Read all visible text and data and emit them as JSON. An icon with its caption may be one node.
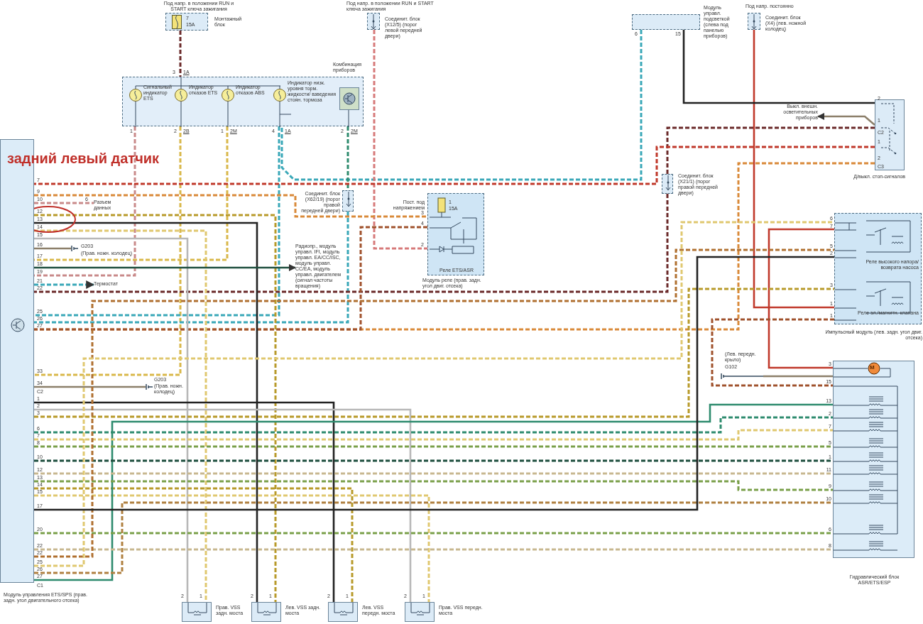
{
  "diagram": {
    "nodes": [
      {
        "text": [
          "Под напр. в положении RUN и START ключа зажигания",
          "7",
          "15A",
          "Монтажный блок"
        ]
      },
      {
        "text": [
          "Под напр. в положении RUN и START ключа зажигания"
        ],
        "beside": [
          "Соединит. блок (X12/5) (порог левой передней двери)"
        ]
      },
      {
        "text": [],
        "shape": "box",
        "beside": [
          "Модуль управл. подсветкой (слева под панелью приборов)"
        ]
      },
      {
        "text": [
          "Под напр. постоянно"
        ],
        "beside": [
          "Соединит. блок (X4) (лев. ножной колодец)"
        ]
      },
      {
        "text": [
          "Комбинация приборов"
        ]
      },
      {
        "text": [
          "Сигнальный индикатор ETS"
        ],
        "in": 4
      },
      {
        "text": [
          "Индикатор отказов ETS"
        ],
        "in": 4
      },
      {
        "text": [
          "Индикатор отказов ABS"
        ],
        "in": 4
      },
      {
        "text": [
          "Индикатор низк. уровня торм. жидкости/ взведения стоян. тормоза"
        ],
        "in": 4
      },
      {
        "text": [],
        "shape": "box",
        "in": 4
      },
      {
        "text": [
          "Д/выкл. стоп-сигналов"
        ]
      },
      {
        "text": [
          "Выкл. внешн. осветительных приборов"
        ]
      },
      {
        "text": [],
        "shape": "box",
        "beside": [
          "Соединит. блок (X21/1) (порог правой передней двери)"
        ]
      },
      {
        "text": [],
        "shape": "box",
        "beside": [
          "Соединит. блок (X62/19) (порог правой передней двери)"
        ]
      },
      {
        "text": [
          "Реле ETS/ASR"
        ],
        "beside": [
          "Модуль реле (прав. задн. угол двиг. отсека)"
        ]
      },
      {
        "text": [
          "Модуль управления ETS/SPS (прав. задн. угол двигательного отсека)"
        ]
      },
      {
        "text": [
          "Импульсный модуль (лев. задн. угол двиг. отсека)"
        ]
      },
      {
        "text": [
          "Реле высокого напора/ возврата насоса"
        ],
        "in": 16
      },
      {
        "text": [
          "Реле эл./магнитн. клапана"
        ],
        "in": 16
      },
      {
        "text": [
          "Гидравлический блок ASR/ETS/ESP"
        ]
      },
      {
        "text": [
          "Радиопр., модуль управл. IFI, модуль управл. EA/CC/ISC, модуль управл. CC/EA, модуль управл. двигателем (сигнал частоты вращения)"
        ]
      },
      {
        "text": [
          "Термостат"
        ]
      },
      {
        "text": [
          "Разъем данных"
        ]
      },
      {
        "text": [
          "G203",
          "(Прав. ножн. колодец)"
        ]
      },
      {
        "text": [
          "G203",
          "(Прав. ножн. колодец)"
        ]
      },
      {
        "text": [
          "(Лев. передн. крыло)",
          "G102"
        ]
      },
      {
        "text": [
          "Прав. VSS задн. моста"
        ]
      },
      {
        "text": [
          "Лев. VSS задн. моста"
        ]
      },
      {
        "text": [
          "Лев. VSS передн. моста"
        ]
      },
      {
        "text": [
          "Прав. VSS передн. моста"
        ]
      }
    ],
    "edges": [
      {
        "from": 0,
        "to": 4,
        "arrow": "none",
        "style": "dashed",
        "color": "#6b2a2a"
      },
      {
        "from": 4,
        "to": 15,
        "arrow": "none",
        "style": "dashed",
        "color": "#c98a8a"
      },
      {
        "from": 4,
        "to": 15,
        "arrow": "none",
        "style": "dashed",
        "color": "#d9b84a"
      },
      {
        "from": 4,
        "to": 15,
        "arrow": "none",
        "style": "dashed",
        "color": "#d9b84a"
      },
      {
        "from": 4,
        "to": 15,
        "arrow": "none",
        "style": "dashed",
        "color": "#3aa8b8"
      },
      {
        "from": 2,
        "to": 4,
        "arrow": "none",
        "style": "dashed",
        "color": "#3aa8b8"
      },
      {
        "from": 4,
        "to": 13,
        "arrow": "none",
        "style": "dashed",
        "color": "#2e8b6e"
      },
      {
        "from": 13,
        "to": 15,
        "arrow": "none",
        "style": "dashed",
        "color": "#3aa8b8"
      },
      {
        "from": 1,
        "to": 14,
        "arrow": "none",
        "style": "dashed",
        "color": "#d77a7a"
      },
      {
        "from": 3,
        "to": 16,
        "arrow": "none",
        "color": "#c0392b"
      },
      {
        "from": 16,
        "to": 19,
        "arrow": "none",
        "color": "#c0392b"
      },
      {
        "from": 2,
        "to": 10,
        "arrow": "none",
        "color": "#222222"
      },
      {
        "from": 10,
        "to": 11,
        "arrow": "to",
        "color": "#8c7f6a"
      },
      {
        "from": 10,
        "to": 12,
        "arrow": "none",
        "style": "dashed",
        "color": "#6b2a2a"
      },
      {
        "from": 12,
        "to": 15,
        "arrow": "none",
        "style": "dashed",
        "color": "#6b2a2a"
      },
      {
        "from": 10,
        "to": 15,
        "arrow": "none",
        "style": "dashed",
        "color": "#c0392b"
      },
      {
        "from": 10,
        "to": 15,
        "arrow": "none",
        "style": "dashed",
        "color": "#d98a3a"
      },
      {
        "from": 14,
        "to": 15,
        "arrow": "none",
        "style": "dashed",
        "color": "#a0522d"
      },
      {
        "from": 15,
        "to": 14,
        "arrow": "none",
        "style": "dashed",
        "color": "#d98a3a"
      },
      {
        "from": 15,
        "to": 22,
        "arrow": "none",
        "style": "dashed",
        "color": "#c98a8a"
      },
      {
        "from": 15,
        "to": 27,
        "arrow": "none",
        "style": "dashed",
        "color": "#b89a2a"
      },
      {
        "from": 15,
        "to": 27,
        "arrow": "none",
        "color": "#222222"
      },
      {
        "from": 15,
        "to": 26,
        "arrow": "none",
        "style": "dashed",
        "color": "#e0c870"
      },
      {
        "from": 15,
        "to": 26,
        "arrow": "none",
        "color": "#b8b8b8"
      },
      {
        "from": 15,
        "to": 23,
        "arrow": "none",
        "color": "#8c7f6a"
      },
      {
        "from": 15,
        "to": 20,
        "arrow": "to",
        "color": "#1f4f3f"
      },
      {
        "from": 15,
        "to": 21,
        "arrow": "to",
        "style": "dashed",
        "color": "#3aa8b8"
      },
      {
        "from": 15,
        "to": 24,
        "arrow": "none",
        "color": "#8c7f6a"
      },
      {
        "from": 15,
        "to": 28,
        "arrow": "none",
        "color": "#222222"
      },
      {
        "from": 15,
        "to": 29,
        "arrow": "none",
        "color": "#b8b8b8"
      },
      {
        "from": 15,
        "to": 28,
        "arrow": "none",
        "style": "dashed",
        "color": "#b89a2a"
      },
      {
        "from": 15,
        "to": 29,
        "arrow": "none",
        "style": "dashed",
        "color": "#e0c870"
      },
      {
        "from": 15,
        "to": 16,
        "arrow": "none",
        "style": "dashed",
        "color": "#b89a2a"
      },
      {
        "from": 15,
        "to": 19,
        "arrow": "none",
        "style": "dashed",
        "color": "#2e8b6e"
      },
      {
        "from": 15,
        "to": 19,
        "arrow": "none",
        "color": "#2e8b6e"
      },
      {
        "from": 15,
        "to": 19,
        "arrow": "none",
        "style": "dashed",
        "color": "#e0c870"
      },
      {
        "from": 15,
        "to": 19,
        "arrow": "none",
        "style": "dashed",
        "color": "#7aa04a"
      },
      {
        "from": 15,
        "to": 19,
        "arrow": "none",
        "style": "dashed",
        "color": "#1f4f3f"
      },
      {
        "from": 15,
        "to": 19,
        "arrow": "none",
        "style": "dashed",
        "color": "#c8b890"
      },
      {
        "from": 15,
        "to": 19,
        "arrow": "none",
        "style": "dashed",
        "color": "#7aa04a"
      },
      {
        "from": 15,
        "to": 19,
        "arrow": "none",
        "style": "dashed",
        "color": "#b08040"
      },
      {
        "from": 15,
        "to": 19,
        "arrow": "none",
        "style": "dashed",
        "color": "#7aa04a"
      },
      {
        "from": 15,
        "to": 19,
        "arrow": "none",
        "style": "dashed",
        "color": "#c8b890"
      },
      {
        "from": 16,
        "to": 19,
        "arrow": "none",
        "style": "dashed",
        "color": "#a0522d"
      },
      {
        "from": 15,
        "to": 16,
        "arrow": "none",
        "style": "dashed",
        "color": "#b07030"
      },
      {
        "from": 15,
        "to": 16,
        "arrow": "none",
        "style": "dashed",
        "color": "#e0c870"
      },
      {
        "from": 16,
        "to": 15,
        "arrow": "none",
        "color": "#222222"
      },
      {
        "from": 25,
        "to": 19,
        "arrow": "none",
        "color": "#8c7f6a"
      }
    ],
    "labels": [
      "задний левый датчик",
      "3",
      "1A",
      "1",
      "2",
      "2B",
      "1",
      "2M",
      "4",
      "1A",
      "2",
      "2M",
      "6",
      "15",
      "2",
      "1",
      "C2",
      "1",
      "2",
      "C3",
      "Пост. под напряжением",
      "1",
      "15A",
      "3",
      "4",
      "2",
      "6",
      "7",
      "5",
      "2",
      "3",
      "1",
      "1",
      "3",
      "15",
      "13",
      "2",
      "7",
      "5",
      "1",
      "11",
      "9",
      "10",
      "6",
      "8",
      "7",
      "9",
      "10",
      "12",
      "13",
      "14",
      "15",
      "16",
      "17",
      "18",
      "19",
      "21",
      "22",
      "25",
      "26",
      "27",
      "33",
      "34",
      "C2",
      "6",
      "1",
      "2",
      "3",
      "6",
      "7",
      "8",
      "10",
      "12",
      "13",
      "14",
      "15",
      "17",
      "20",
      "22",
      "22",
      "25",
      "26",
      "27",
      "C1",
      "2",
      "1",
      "2",
      "1",
      "2",
      "1",
      "2",
      "1",
      "M"
    ]
  }
}
